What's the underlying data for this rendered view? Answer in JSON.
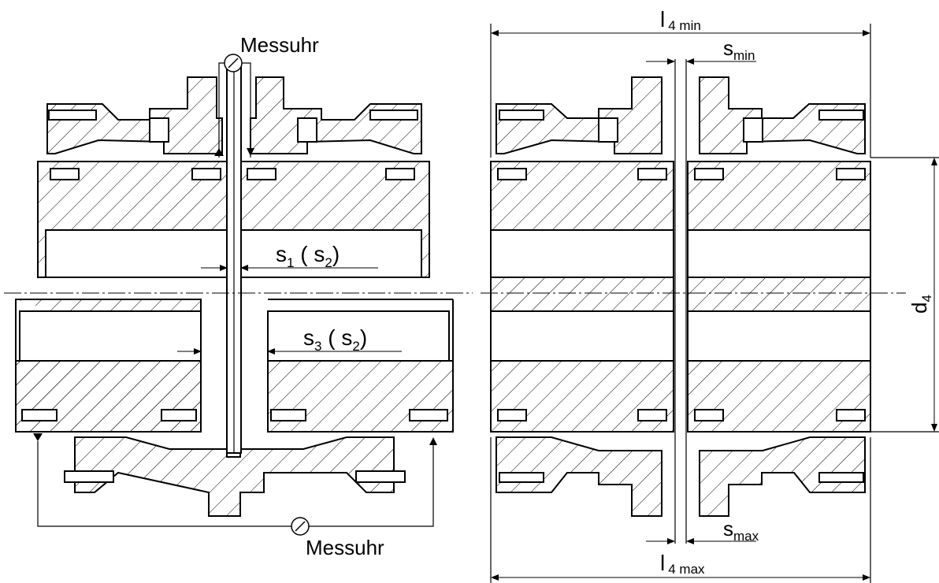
{
  "labels": {
    "messuhr_top": "Messuhr",
    "messuhr_bottom": "Messuhr",
    "s1_main": "s",
    "s1_sub": "1",
    "s1_paren_main": "s",
    "s1_paren_sub": "2",
    "s3_main": "s",
    "s3_sub": "3",
    "s3_paren_main": "s",
    "s3_paren_sub": "2",
    "l4min_main": "l",
    "l4min_sub": "4 min",
    "l4max_main": "l",
    "l4max_sub": "4 max",
    "smin_main": "s",
    "smin_sub": "min",
    "smax_main": "s",
    "smax_sub": "max",
    "d4_main": "d",
    "d4_sub": "4"
  }
}
